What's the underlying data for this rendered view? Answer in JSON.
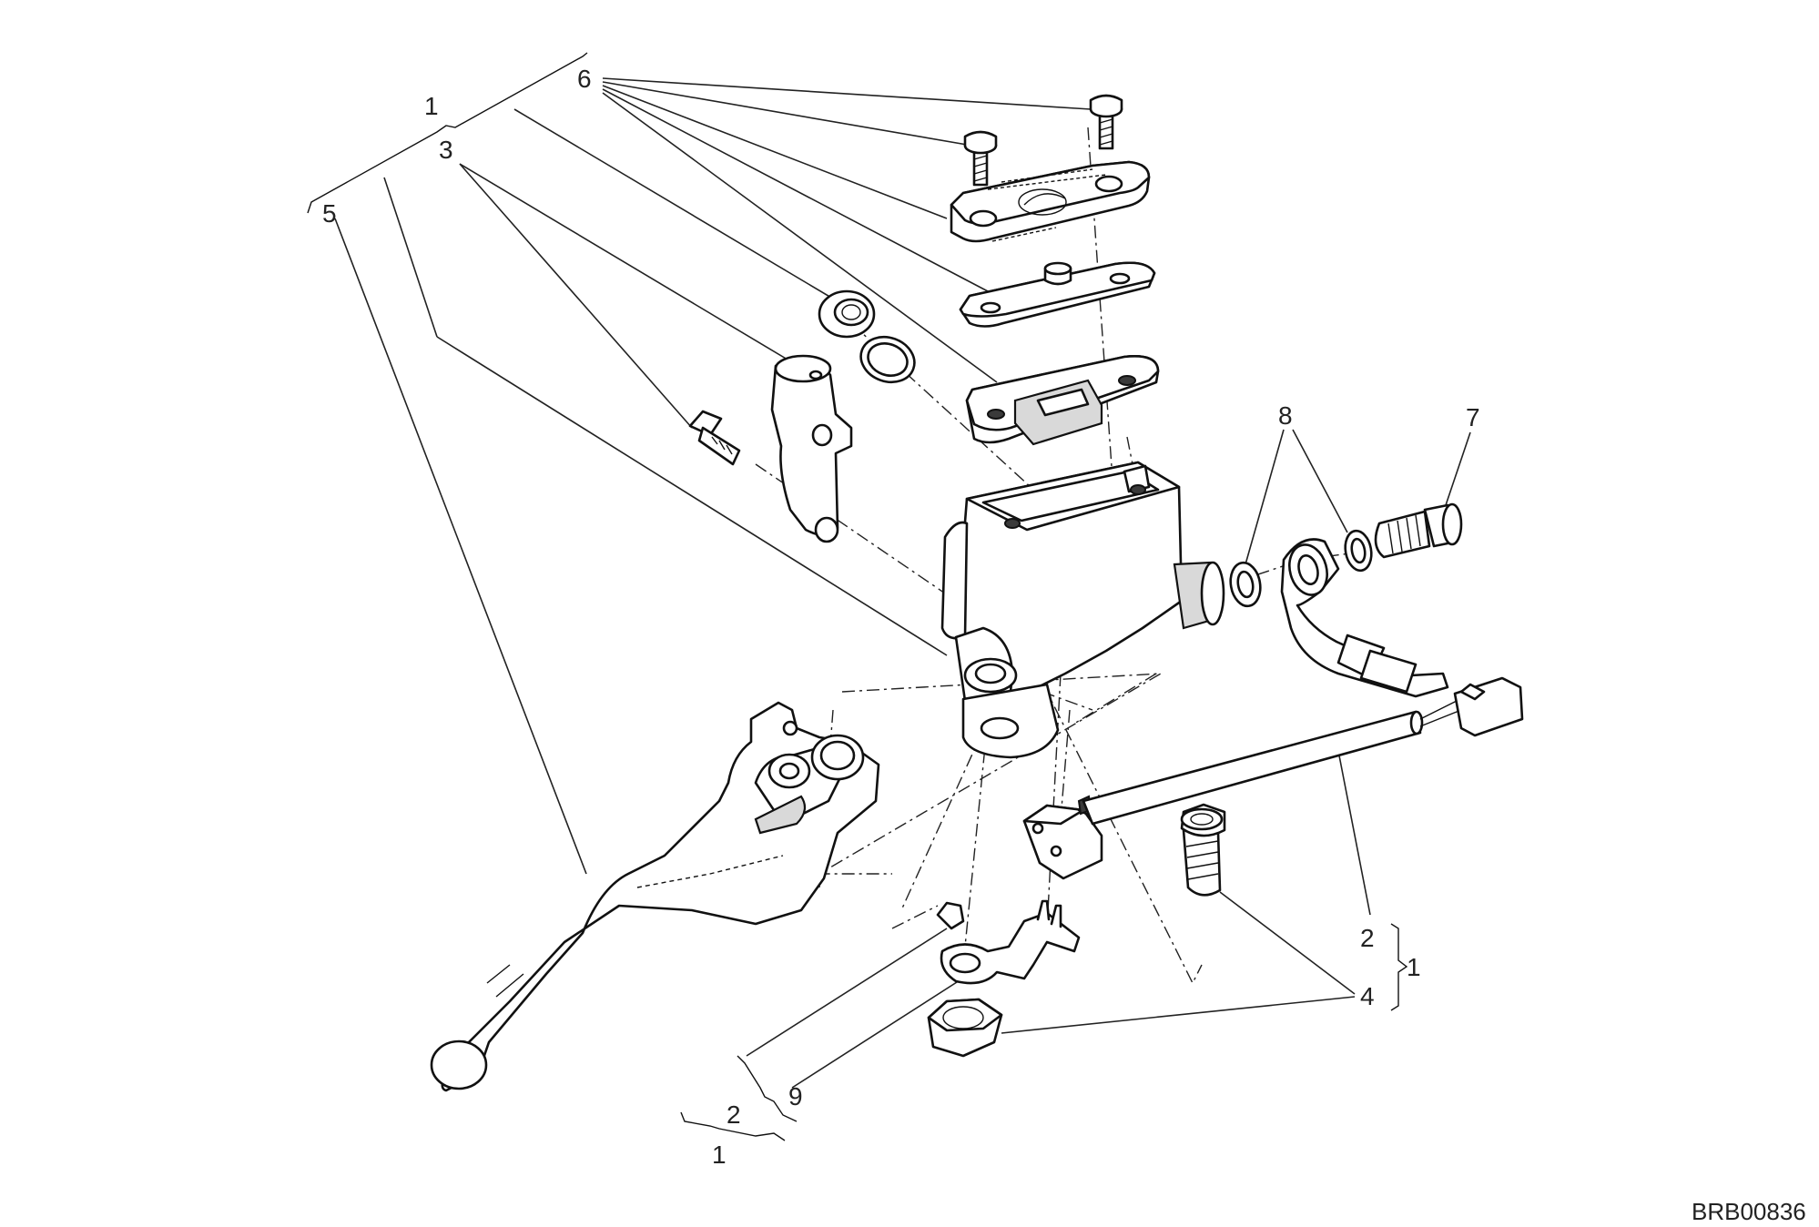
{
  "labels": {
    "l1_top": "1",
    "l6": "6",
    "l3": "3",
    "l5": "5",
    "l8": "8",
    "l7": "7",
    "l2_right": "2",
    "l1_right": "1",
    "l4": "4",
    "l9": "9",
    "l2_bottom": "2",
    "l1_bottom": "1"
  },
  "drawing_code": "BRB00836"
}
